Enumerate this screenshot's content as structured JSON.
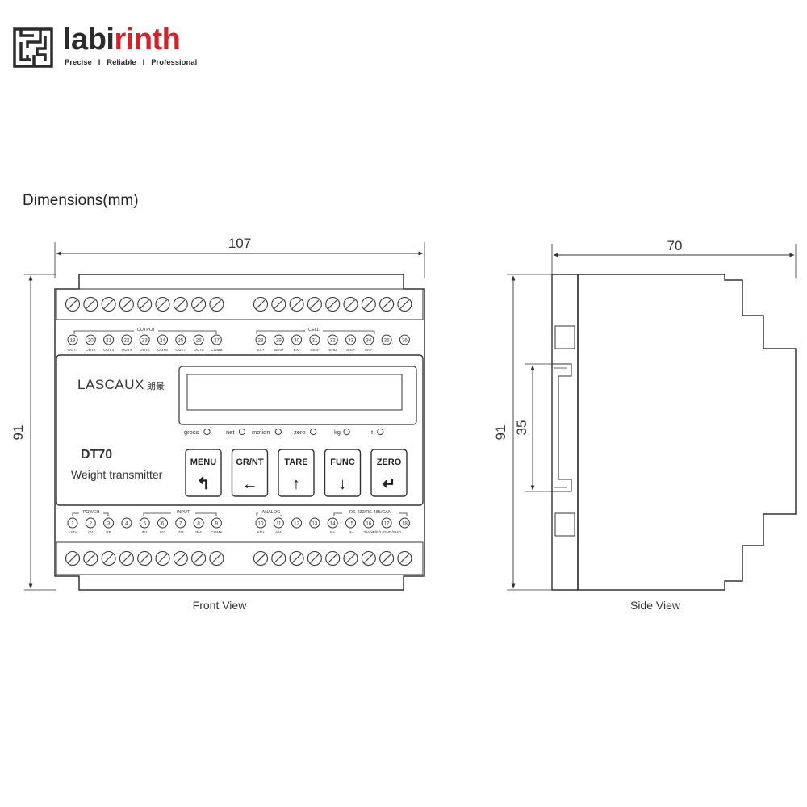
{
  "brand": {
    "name_part1": "labi",
    "name_part2": "rinth",
    "tagline": "Precise   I   Reliable   I   Professional"
  },
  "title": "Dimensions(mm)",
  "front_view": {
    "caption": "Front View",
    "width_label": "107",
    "height_label": "91",
    "device": {
      "logo_text": "LASCAUX",
      "logo_cn": "朗景",
      "model": "DT70",
      "description": "Weight transmitter",
      "indicators": [
        "gross",
        "net",
        "motion",
        "zero",
        "kg",
        "t"
      ],
      "buttons": [
        {
          "label": "MENU",
          "arrow": "↰"
        },
        {
          "label": "GR/NT",
          "arrow": "←"
        },
        {
          "label": "TARE",
          "arrow": "↑"
        },
        {
          "label": "FUNC",
          "arrow": "↓"
        },
        {
          "label": "ZERO",
          "arrow": "↵"
        }
      ],
      "top_groups": [
        "OUTPUT",
        "CELL"
      ],
      "top_numbers": [
        "19",
        "20",
        "21",
        "22",
        "23",
        "24",
        "25",
        "26",
        "27",
        "28",
        "29",
        "30",
        "31",
        "32",
        "33",
        "34",
        "35",
        "36"
      ],
      "top_signals": [
        "OUT1",
        "OUT2",
        "OUT3",
        "OUT4",
        "OUT5",
        "OUT6",
        "OUT7",
        "OUT8",
        "COMB",
        "EX+",
        "SEN+",
        "EX-",
        "SEN-",
        "SHD",
        "SIG+",
        "SIG-",
        "",
        ""
      ],
      "bottom_groups": [
        "POWER",
        "INPUT",
        "ANALOG",
        "RS-232/RS-485/CAN"
      ],
      "bottom_numbers": [
        "1",
        "2",
        "3",
        "4",
        "5",
        "6",
        "7",
        "8",
        "9",
        "10",
        "11",
        "12",
        "13",
        "14",
        "15",
        "16",
        "17",
        "18"
      ],
      "bottom_signals": [
        "+24V",
        "0V",
        "PE",
        "",
        "IN1",
        "IN2",
        "IN3",
        "IN4",
        "COMA",
        "AN+",
        "AN-",
        "",
        "",
        "R+",
        "R-",
        "T/A/H",
        "R/B/L/GND/SHD",
        ""
      ]
    }
  },
  "side_view": {
    "caption": "Side View",
    "width_label": "70",
    "height_label": "91",
    "rail_label": "35"
  }
}
